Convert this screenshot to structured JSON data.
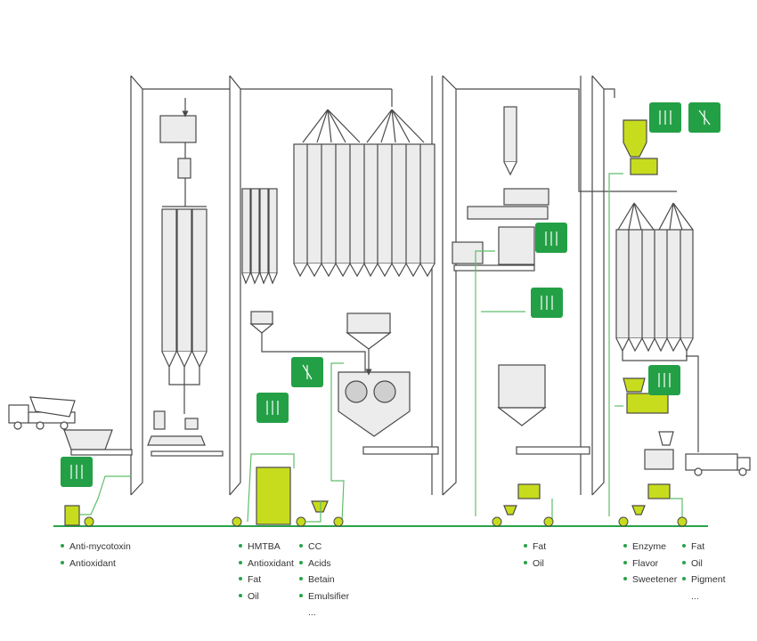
{
  "colors": {
    "line": "#4a4a4a",
    "silo_fill": "#ececec",
    "lime": "#c8dc1e",
    "green_badge": "#23a046",
    "green_line": "#5fbf6b",
    "ground": "#2aa24a"
  },
  "icons": {
    "badge": "dosing-arrows-icon",
    "truck": "truck-icon",
    "tipper": "tipper-truck-icon",
    "pump": "pump-icon",
    "nozzle": "spray-nozzle-icon"
  },
  "legends": [
    {
      "id": "intake",
      "items": [
        {
          "text": "Anti-mycotoxin",
          "dot": true
        },
        {
          "text": "Antioxidant",
          "dot": true
        }
      ]
    },
    {
      "id": "mixing-a",
      "items": [
        {
          "text": "HMTBA",
          "dot": true
        },
        {
          "text": "Antioxidant",
          "dot": true
        },
        {
          "text": "Fat",
          "dot": true
        },
        {
          "text": "Oil",
          "dot": true
        }
      ]
    },
    {
      "id": "mixing-b",
      "items": [
        {
          "text": "CC",
          "dot": true
        },
        {
          "text": "Acids",
          "dot": true
        },
        {
          "text": "Betain",
          "dot": true
        },
        {
          "text": "Emulsifier",
          "dot": true
        },
        {
          "text": "...",
          "dot": false
        }
      ]
    },
    {
      "id": "pelleting",
      "items": [
        {
          "text": "Fat",
          "dot": true
        },
        {
          "text": "Oil",
          "dot": true
        }
      ]
    },
    {
      "id": "post-a",
      "items": [
        {
          "text": "Enzyme",
          "dot": true
        },
        {
          "text": "Flavor",
          "dot": true
        },
        {
          "text": "Sweetener",
          "dot": true
        }
      ]
    },
    {
      "id": "post-b",
      "items": [
        {
          "text": "Fat",
          "dot": true
        },
        {
          "text": "Oil",
          "dot": true
        },
        {
          "text": "Pigment",
          "dot": true
        },
        {
          "text": "...",
          "dot": false
        }
      ]
    }
  ]
}
